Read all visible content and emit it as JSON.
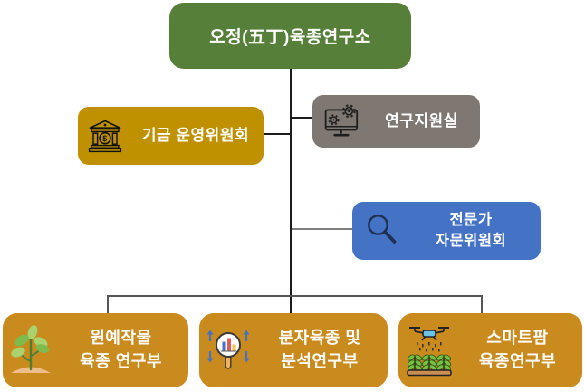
{
  "org": {
    "root": {
      "label": "오정(五丁)육종연구소",
      "color": "#567F39"
    },
    "fund_committee": {
      "label": "기금 운영위원회",
      "icon": "bank-icon",
      "color": "#BF9100"
    },
    "research_support": {
      "label": "연구지원실",
      "icon": "computer-gears-icon",
      "color": "#7F7872"
    },
    "expert_advisory": {
      "label_line1": "전문가",
      "label_line2": "자문위원회",
      "icon": "magnifier-icon",
      "color": "#4472C4"
    },
    "departments": [
      {
        "label_line1": "원예작물",
        "label_line2": "육종 연구부",
        "icon": "sprout-icon",
        "color": "#C98A1E"
      },
      {
        "label_line1": "분자육종 및",
        "label_line2": "분석연구부",
        "icon": "chart-magnifier-arrows-icon",
        "color": "#C98A1E"
      },
      {
        "label_line1": "스마트팜",
        "label_line2": "육종연구부",
        "icon": "drone-crops-icon",
        "color": "#C98A1E"
      }
    ],
    "connectors": {
      "primary_color": "#1c1c1c",
      "advisory_color": "#7f7f7f",
      "crossbar_color": "#565656"
    },
    "icon_glyphs": {
      "bank_currency_symbol": "$"
    }
  }
}
